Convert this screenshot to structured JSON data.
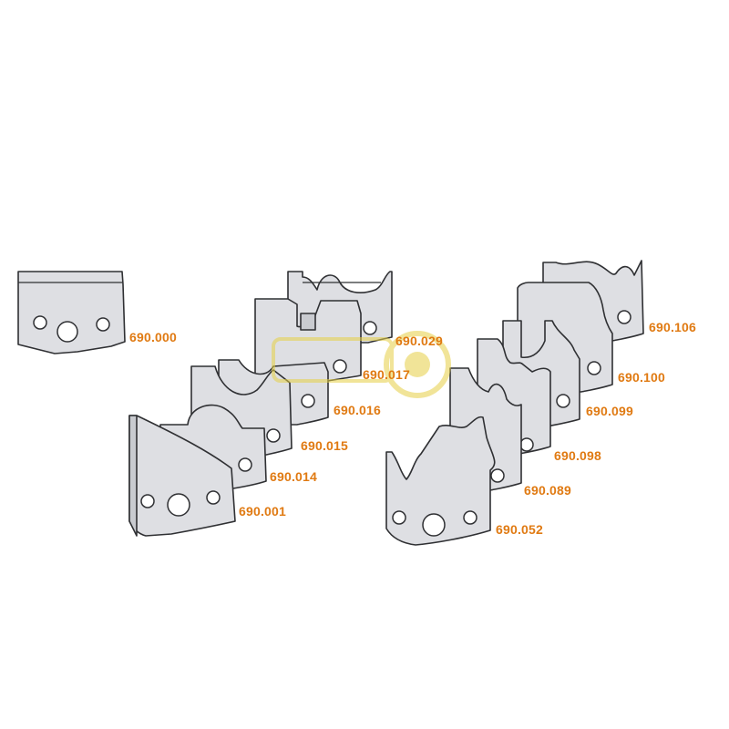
{
  "label_color": "#e07a12",
  "labels": {
    "k690000": "690.000",
    "k690001": "690.001",
    "k690014": "690.014",
    "k690015": "690.015",
    "k690016": "690.016",
    "k690017": "690.017",
    "k690029": "690.029",
    "k690052": "690.052",
    "k690089": "690.089",
    "k690098": "690.098",
    "k690099": "690.099",
    "k690100": "690.100",
    "k690106": "690.106"
  }
}
